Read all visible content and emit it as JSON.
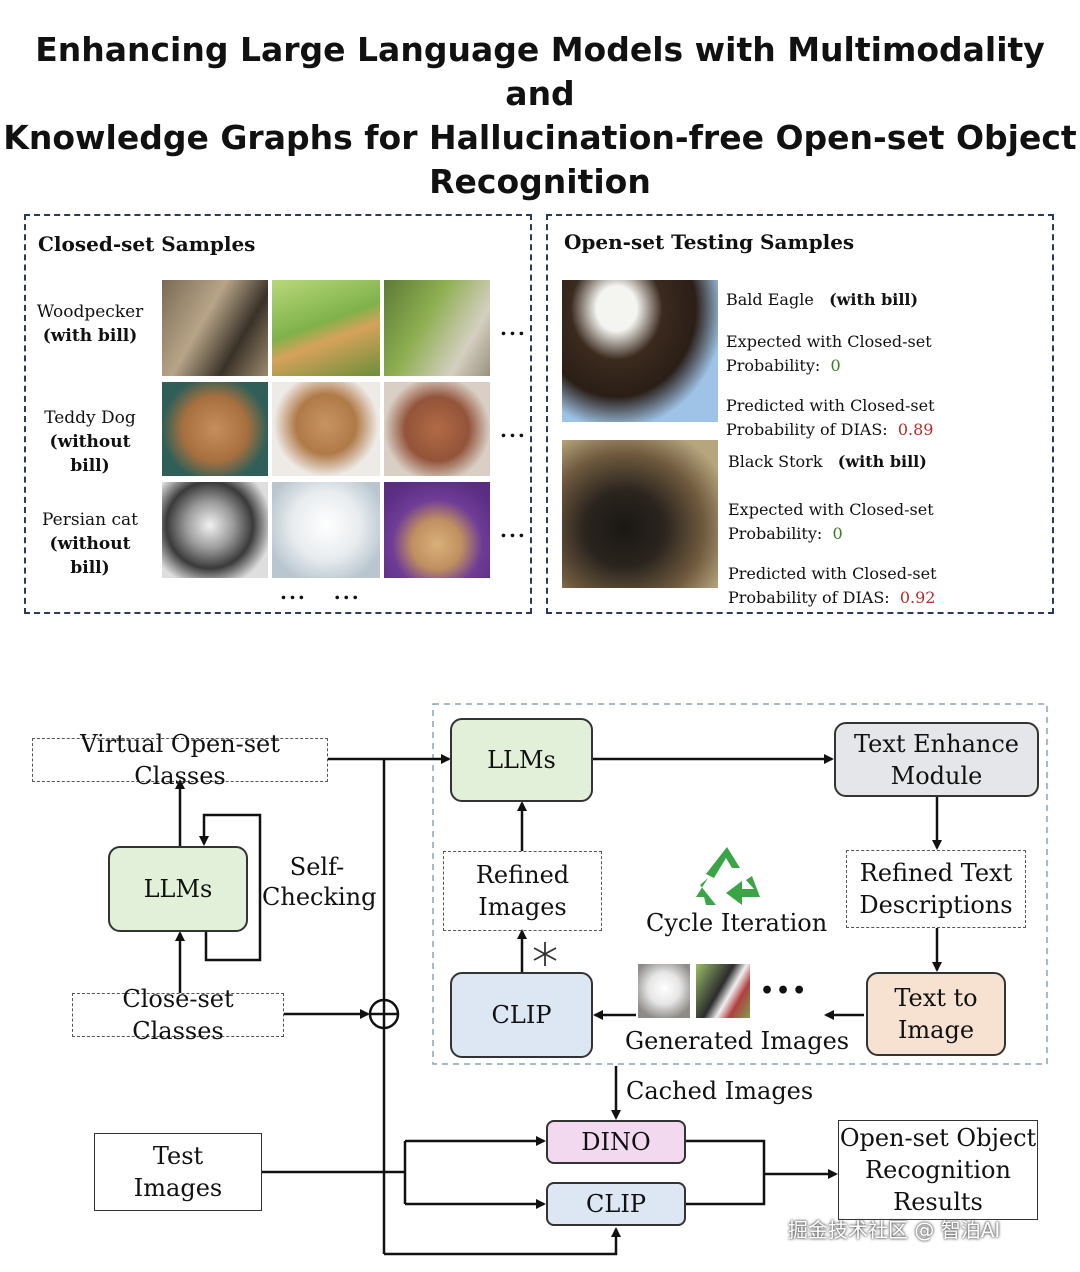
{
  "title_lines": [
    "Enhancing Large Language Models with Multimodality and",
    "Knowledge Graphs for Hallucination-free Open-set Object",
    "Recognition"
  ],
  "closed_panel": {
    "title": "Closed-set Samples",
    "rows": [
      {
        "name": "Woodpecker",
        "bill": "(with bill)"
      },
      {
        "name": "Teddy Dog",
        "bill": "(without bill)"
      },
      {
        "name": "Persian cat",
        "bill": "(without bill)"
      }
    ],
    "ellipsis": "...",
    "bottom_ellipsis": "...   ..."
  },
  "open_panel": {
    "title": "Open-set Testing Samples",
    "samples": [
      {
        "name": "Bald Eagle",
        "bill": "(with bill)",
        "expected_label": "Expected with Closed-set Probability:",
        "expected_value": "0",
        "pred_line1": "Predicted with Closed-set",
        "pred_line2": "Probability of DIAS:",
        "pred_value": "0.89"
      },
      {
        "name": "Black Stork",
        "bill": "(with bill)",
        "expected_label": "Expected with Closed-set Probability:",
        "expected_value": "0",
        "pred_line1": "Predicted with Closed-set",
        "pred_line2": "Probability of DIAS:",
        "pred_value": "0.92"
      }
    ]
  },
  "diagram": {
    "virtual_classes": "Virtual Open-set Classes",
    "llms_left": "LLMs",
    "self_checking_1": "Self-",
    "self_checking_2": "Checking",
    "close_classes": "Close-set Classes",
    "llms_top": "LLMs",
    "text_enhance_1": "Text Enhance",
    "text_enhance_2": "Module",
    "refined_images_1": "Refined",
    "refined_images_2": "Images",
    "cycle_iteration": "Cycle Iteration",
    "refined_text_1": "Refined Text",
    "refined_text_2": "Descriptions",
    "clip_top": "CLIP",
    "generated_images": "Generated Images",
    "gen_dots": "•••",
    "text_to_image_1": "Text to",
    "text_to_image_2": "Image",
    "cached_images": "Cached Images",
    "test_images_1": "Test",
    "test_images_2": "Images",
    "dino": "DINO",
    "clip_bottom": "CLIP",
    "results_1": "Open-set Object",
    "results_2": "Recognition",
    "results_3": "Results",
    "colors": {
      "green": "#e3f0d9",
      "blue": "#dce7f3",
      "gray": "#e4e6ea",
      "peach": "#f7e2d1",
      "pink": "#f3d9ef"
    }
  },
  "watermark": "掘金技术社区 @ 智泊AI"
}
